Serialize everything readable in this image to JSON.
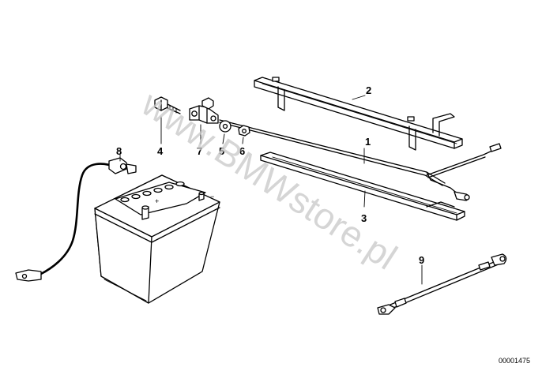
{
  "watermark": "www.BMWstore.pl",
  "diagram_code": "00001475",
  "callouts": {
    "c1": "1",
    "c2": "2",
    "c3": "3",
    "c4": "4",
    "c5": "5",
    "c6": "6",
    "c7": "7",
    "c8": "8",
    "c9": "9"
  },
  "battery_marks": {
    "plus": "+",
    "minus": "−"
  }
}
